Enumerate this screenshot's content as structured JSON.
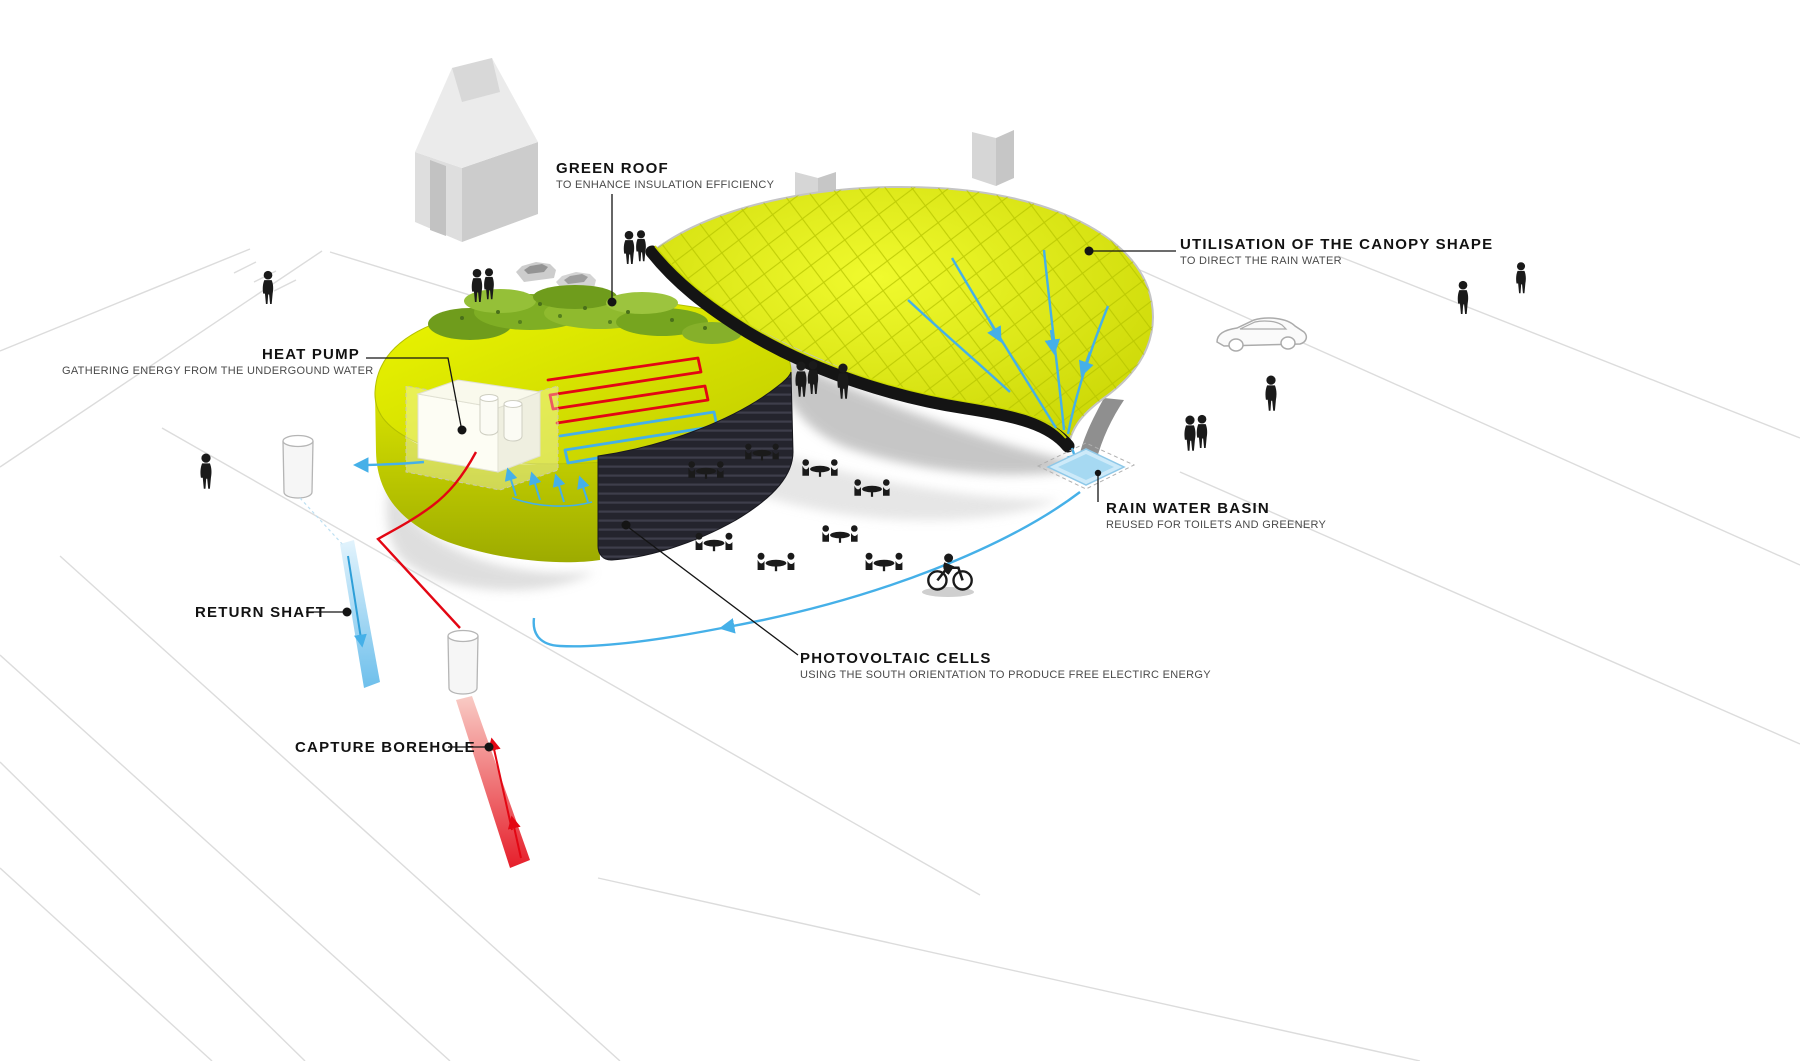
{
  "annotations": {
    "green_roof": {
      "title": "GREEN ROOF",
      "subtitle": "TO ENHANCE INSULATION EFFICIENCY"
    },
    "canopy": {
      "title": "UTILISATION OF THE CANOPY SHAPE",
      "subtitle": "TO DIRECT THE RAIN WATER"
    },
    "heat_pump": {
      "title": "HEAT PUMP",
      "subtitle": "GATHERING ENERGY FROM THE UNDERGOUND WATER"
    },
    "rain_water_basin": {
      "title": "RAIN WATER BASIN",
      "subtitle": "REUSED FOR TOILETS AND GREENERY"
    },
    "return_shaft": {
      "title": "RETURN SHAFT"
    },
    "capture_borehole": {
      "title": "CAPTURE BOREHOLE"
    },
    "photovoltaic_cells": {
      "title": "PHOTOVOLTAIC CELLS",
      "subtitle": "USING THE SOUTH ORIENTATION TO PRODUCE FREE ELECTIRC ENERGY"
    }
  },
  "palette": {
    "roof_yellow": "#cdd500",
    "vegetation_green": "#7aa821",
    "water_blue": "#4db3e6",
    "heat_red": "#e30613",
    "pv_dark": "#24242d",
    "ground_gray": "#dcdcdc",
    "label_black": "#121212"
  }
}
